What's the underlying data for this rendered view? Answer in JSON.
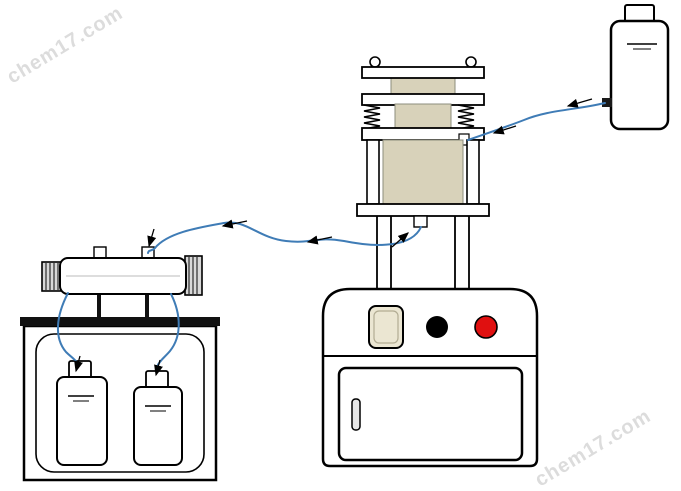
{
  "watermarks": {
    "top_left": "chem17.com",
    "bottom_right": "chem17.com"
  },
  "colors": {
    "tube": "#3f7cb6",
    "block": "#d8d2ba",
    "block-border": "#8d8d7c",
    "red-button": "#e01010",
    "black-knob": "#000000",
    "beige-button": "#ebe6d2",
    "watermark": "#d6d6d6",
    "outline": "#000000"
  },
  "parts": {
    "reagent_bottle": "reagent-bottle",
    "press_column": "press-column-assembly",
    "base_unit": "base-unit",
    "manifold": "valve-manifold",
    "collection_chamber": "collection-chamber"
  }
}
